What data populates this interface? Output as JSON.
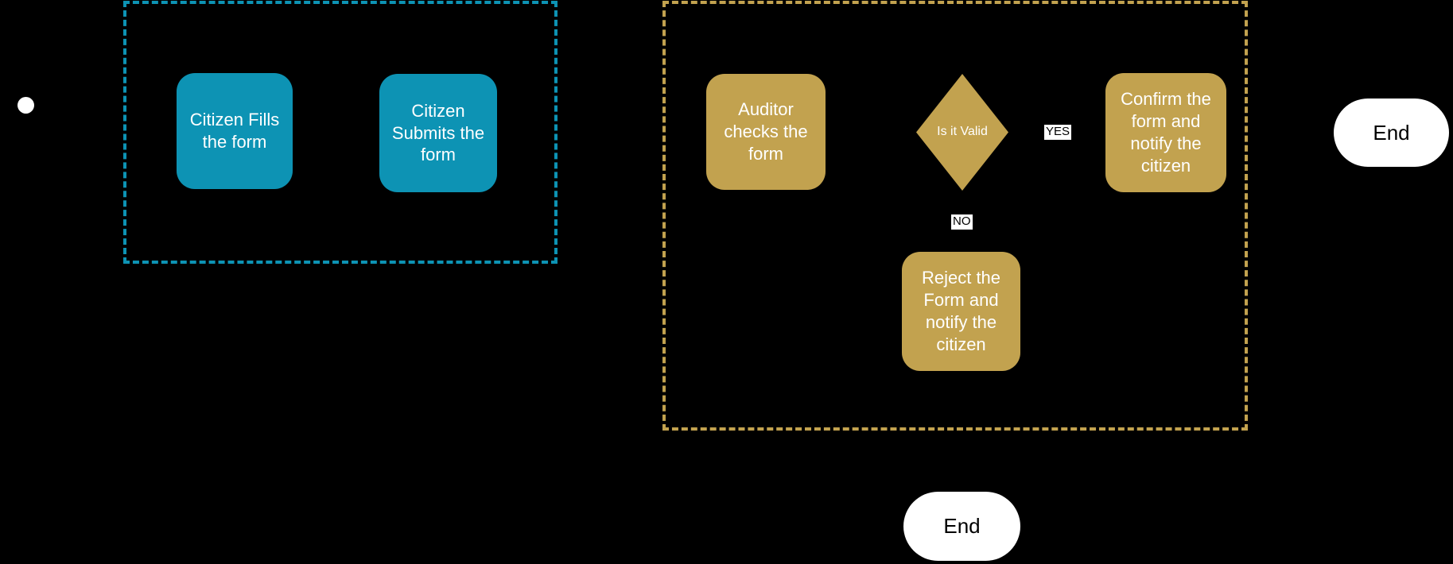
{
  "colors": {
    "background": "#000000",
    "citizen_accent": "#0D93B4",
    "auditor_accent": "#C2A24F",
    "node_text": "#FFFFFF",
    "terminal_fill": "#FFFFFF",
    "terminal_text": "#000000",
    "edge_label_bg": "#FFFFFF",
    "edge_label_text": "#000000"
  },
  "flowchart": {
    "citizen_lane": {
      "fill_form": "Citizen Fills the form",
      "submit_form": "Citizen Submits the form"
    },
    "auditor_lane": {
      "auditor_checks": "Auditor checks the form",
      "decision": "Is it Valid",
      "confirm": "Confirm the form and notify the citizen",
      "reject": "Reject the Form and notify the citizen",
      "edge_labels": {
        "yes": "YES",
        "no": "NO"
      }
    },
    "terminals": {
      "end_right": "End",
      "end_bottom": "End"
    }
  }
}
